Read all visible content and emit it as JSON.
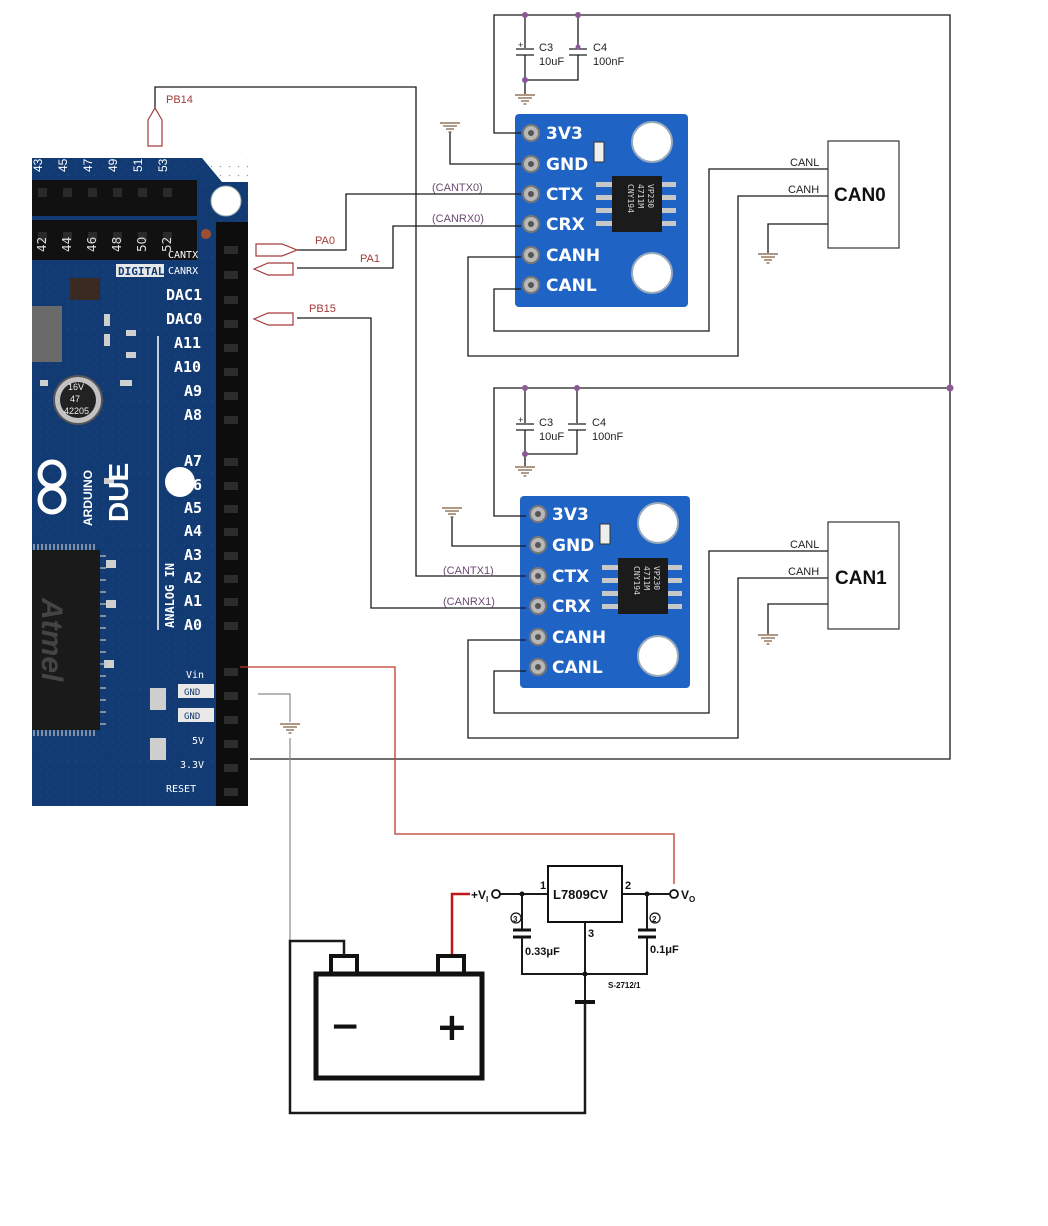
{
  "colors": {
    "board": "#123a73",
    "module": "#1f63c4",
    "wire": "#1a1a1a",
    "power_wire": "#c0392b",
    "ground_wire": "#8a8a8a",
    "junction": "#8a5a96",
    "signal_label": "#a33a3a"
  },
  "arduino": {
    "brand": "ARDUINO",
    "model": "DUE",
    "top_pins": [
      "43",
      "45",
      "47",
      "49",
      "51",
      "53"
    ],
    "bottom_pins": [
      "42",
      "44",
      "46",
      "48",
      "50",
      "52"
    ],
    "header_labels": [
      "CANTX",
      "CANRX",
      "DIGITAL"
    ],
    "pins": [
      "DAC1",
      "DAC0",
      "A11",
      "A10",
      "A9",
      "A8",
      "A7",
      "A6",
      "A5",
      "A4",
      "A3",
      "A2",
      "A1",
      "A0"
    ],
    "analog_in": "ANALOG IN",
    "power_pins": [
      "Vin",
      "GND",
      "GND",
      "5V",
      "3.3V",
      "RESET"
    ],
    "cap_marks": [
      "16V",
      "47",
      "42205"
    ],
    "mcu_logo": "Atmel"
  },
  "signals": {
    "pb14": "PB14",
    "pa0": "PA0",
    "pa1": "PA1",
    "pb15": "PB15",
    "cantx0": "(CANTX0)",
    "canrx0": "(CANRX0)",
    "cantx1": "(CANTX1)",
    "canrx1": "(CANRX1)"
  },
  "module_pins": [
    "3V3",
    "GND",
    "CTX",
    "CRX",
    "CANH",
    "CANL"
  ],
  "chip_marks": [
    "VP230",
    "4711M",
    "CNY194"
  ],
  "caps": {
    "c3_name": "C3",
    "c3_value": "10uF",
    "c4_name": "C4",
    "c4_value": "100nF"
  },
  "can_boxes": {
    "can0": "CAN0",
    "can1": "CAN1",
    "canl": "CANL",
    "canh": "CANH"
  },
  "regulator": {
    "part": "L7809CV",
    "pin1": "1",
    "pin2": "2",
    "pin3": "3",
    "vin_label": "+V",
    "vin_sub": "I",
    "vout_label": "V",
    "vout_sub": "O",
    "cap_in": "0.33μF",
    "cap_out": "0.1μF",
    "cap_in_num": "3",
    "cap_out_num": "2",
    "code": "S-2712/1"
  },
  "battery": {
    "minus": "−",
    "plus": "+"
  }
}
